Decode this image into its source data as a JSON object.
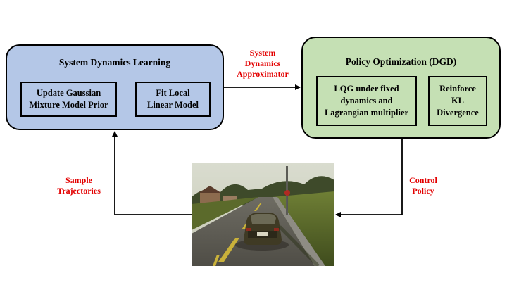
{
  "left_block": {
    "title": "System Dynamics Learning",
    "items": [
      "Update Gaussian\nMixture Model Prior",
      "Fit Local\nLinear Model"
    ]
  },
  "right_block": {
    "title": "Policy Optimization (DGD)",
    "items": [
      "LQG under fixed\ndynamics and\nLagrangian multiplier",
      "Reinforce\nKL\nDivergence"
    ]
  },
  "arrows": {
    "top": "System\nDynamics\nApproximator",
    "right": "Control\nPolicy",
    "left": "Sample\nTrajectories"
  },
  "colors": {
    "left_fill": "#b4c7e7",
    "right_fill": "#c5e0b4",
    "label_red": "#e30000"
  },
  "image": {
    "subject": "driving-simulator-car-on-road"
  }
}
